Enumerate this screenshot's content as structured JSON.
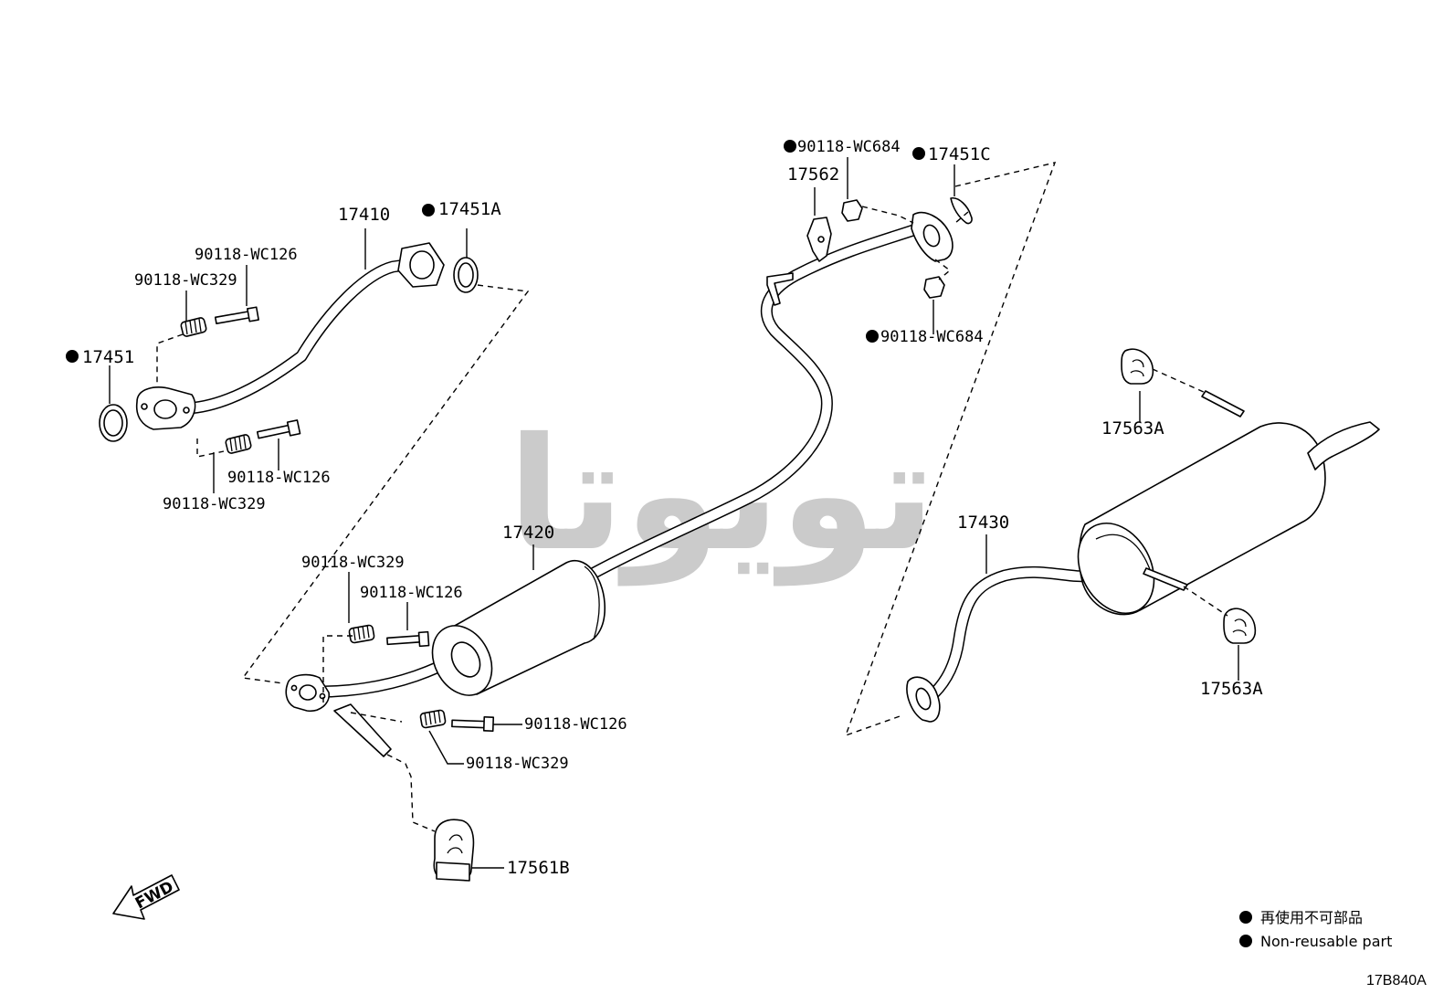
{
  "parts": {
    "front_pipe": "17410",
    "front_pipe_gasket": "17451",
    "front_pipe_gasket_a": "17451A",
    "center_pipe": "17420",
    "tail_pipe": "17430",
    "gasket_c": "17451C",
    "bracket": "17562",
    "hanger_b": "17561B",
    "hanger_a_top": "17563A",
    "hanger_a_bottom": "17563A",
    "bolt_wc126": "90118-WC126",
    "spring_wc329": "90118-WC329",
    "nut_wc684": "90118-WC684"
  },
  "legend": {
    "jp": "再使用不可部品",
    "en": "Non-reusable part"
  },
  "fwd_label": "FWD",
  "watermark": "ﺗﻮﻳﻮﺗﺎ",
  "ref_code": "17B840A"
}
